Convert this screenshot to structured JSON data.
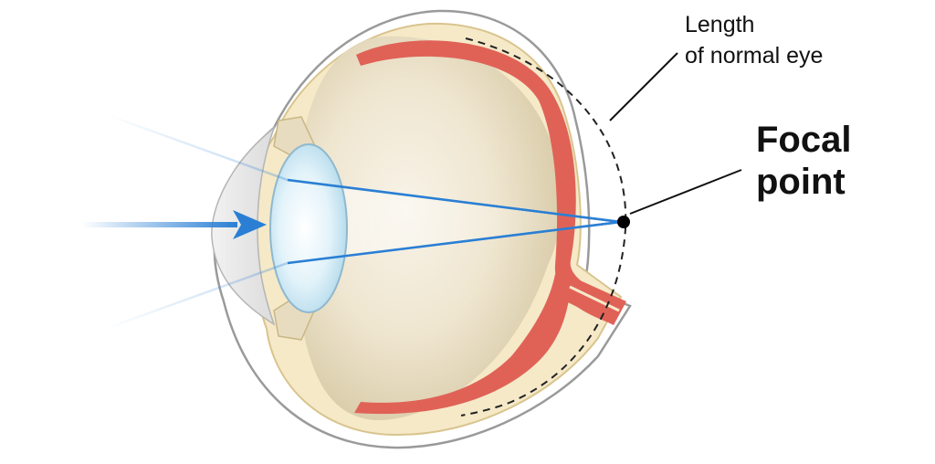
{
  "labels": {
    "length_of_normal_eye": [
      "Length",
      "of normal eye"
    ],
    "focal_point": [
      "Focal",
      "point"
    ]
  },
  "colors": {
    "outer_outline": "#9a9a9a",
    "choroid": "#f5e9c8",
    "choroid_border": "#d9c48e",
    "vitreous": "#e4d9bd",
    "vitreous_highlight": "#f7f2e6",
    "retina": "#e06257",
    "lens": "#d4ecf6",
    "lens_border": "#8fb8cf",
    "light_ray": "#2a7fd4",
    "focal_dot": "#000000",
    "leader_line": "#111111",
    "normal_eye_dash": "#222222"
  },
  "icons": [
    "arrow-right-icon",
    "focal-point-dot-icon"
  ]
}
